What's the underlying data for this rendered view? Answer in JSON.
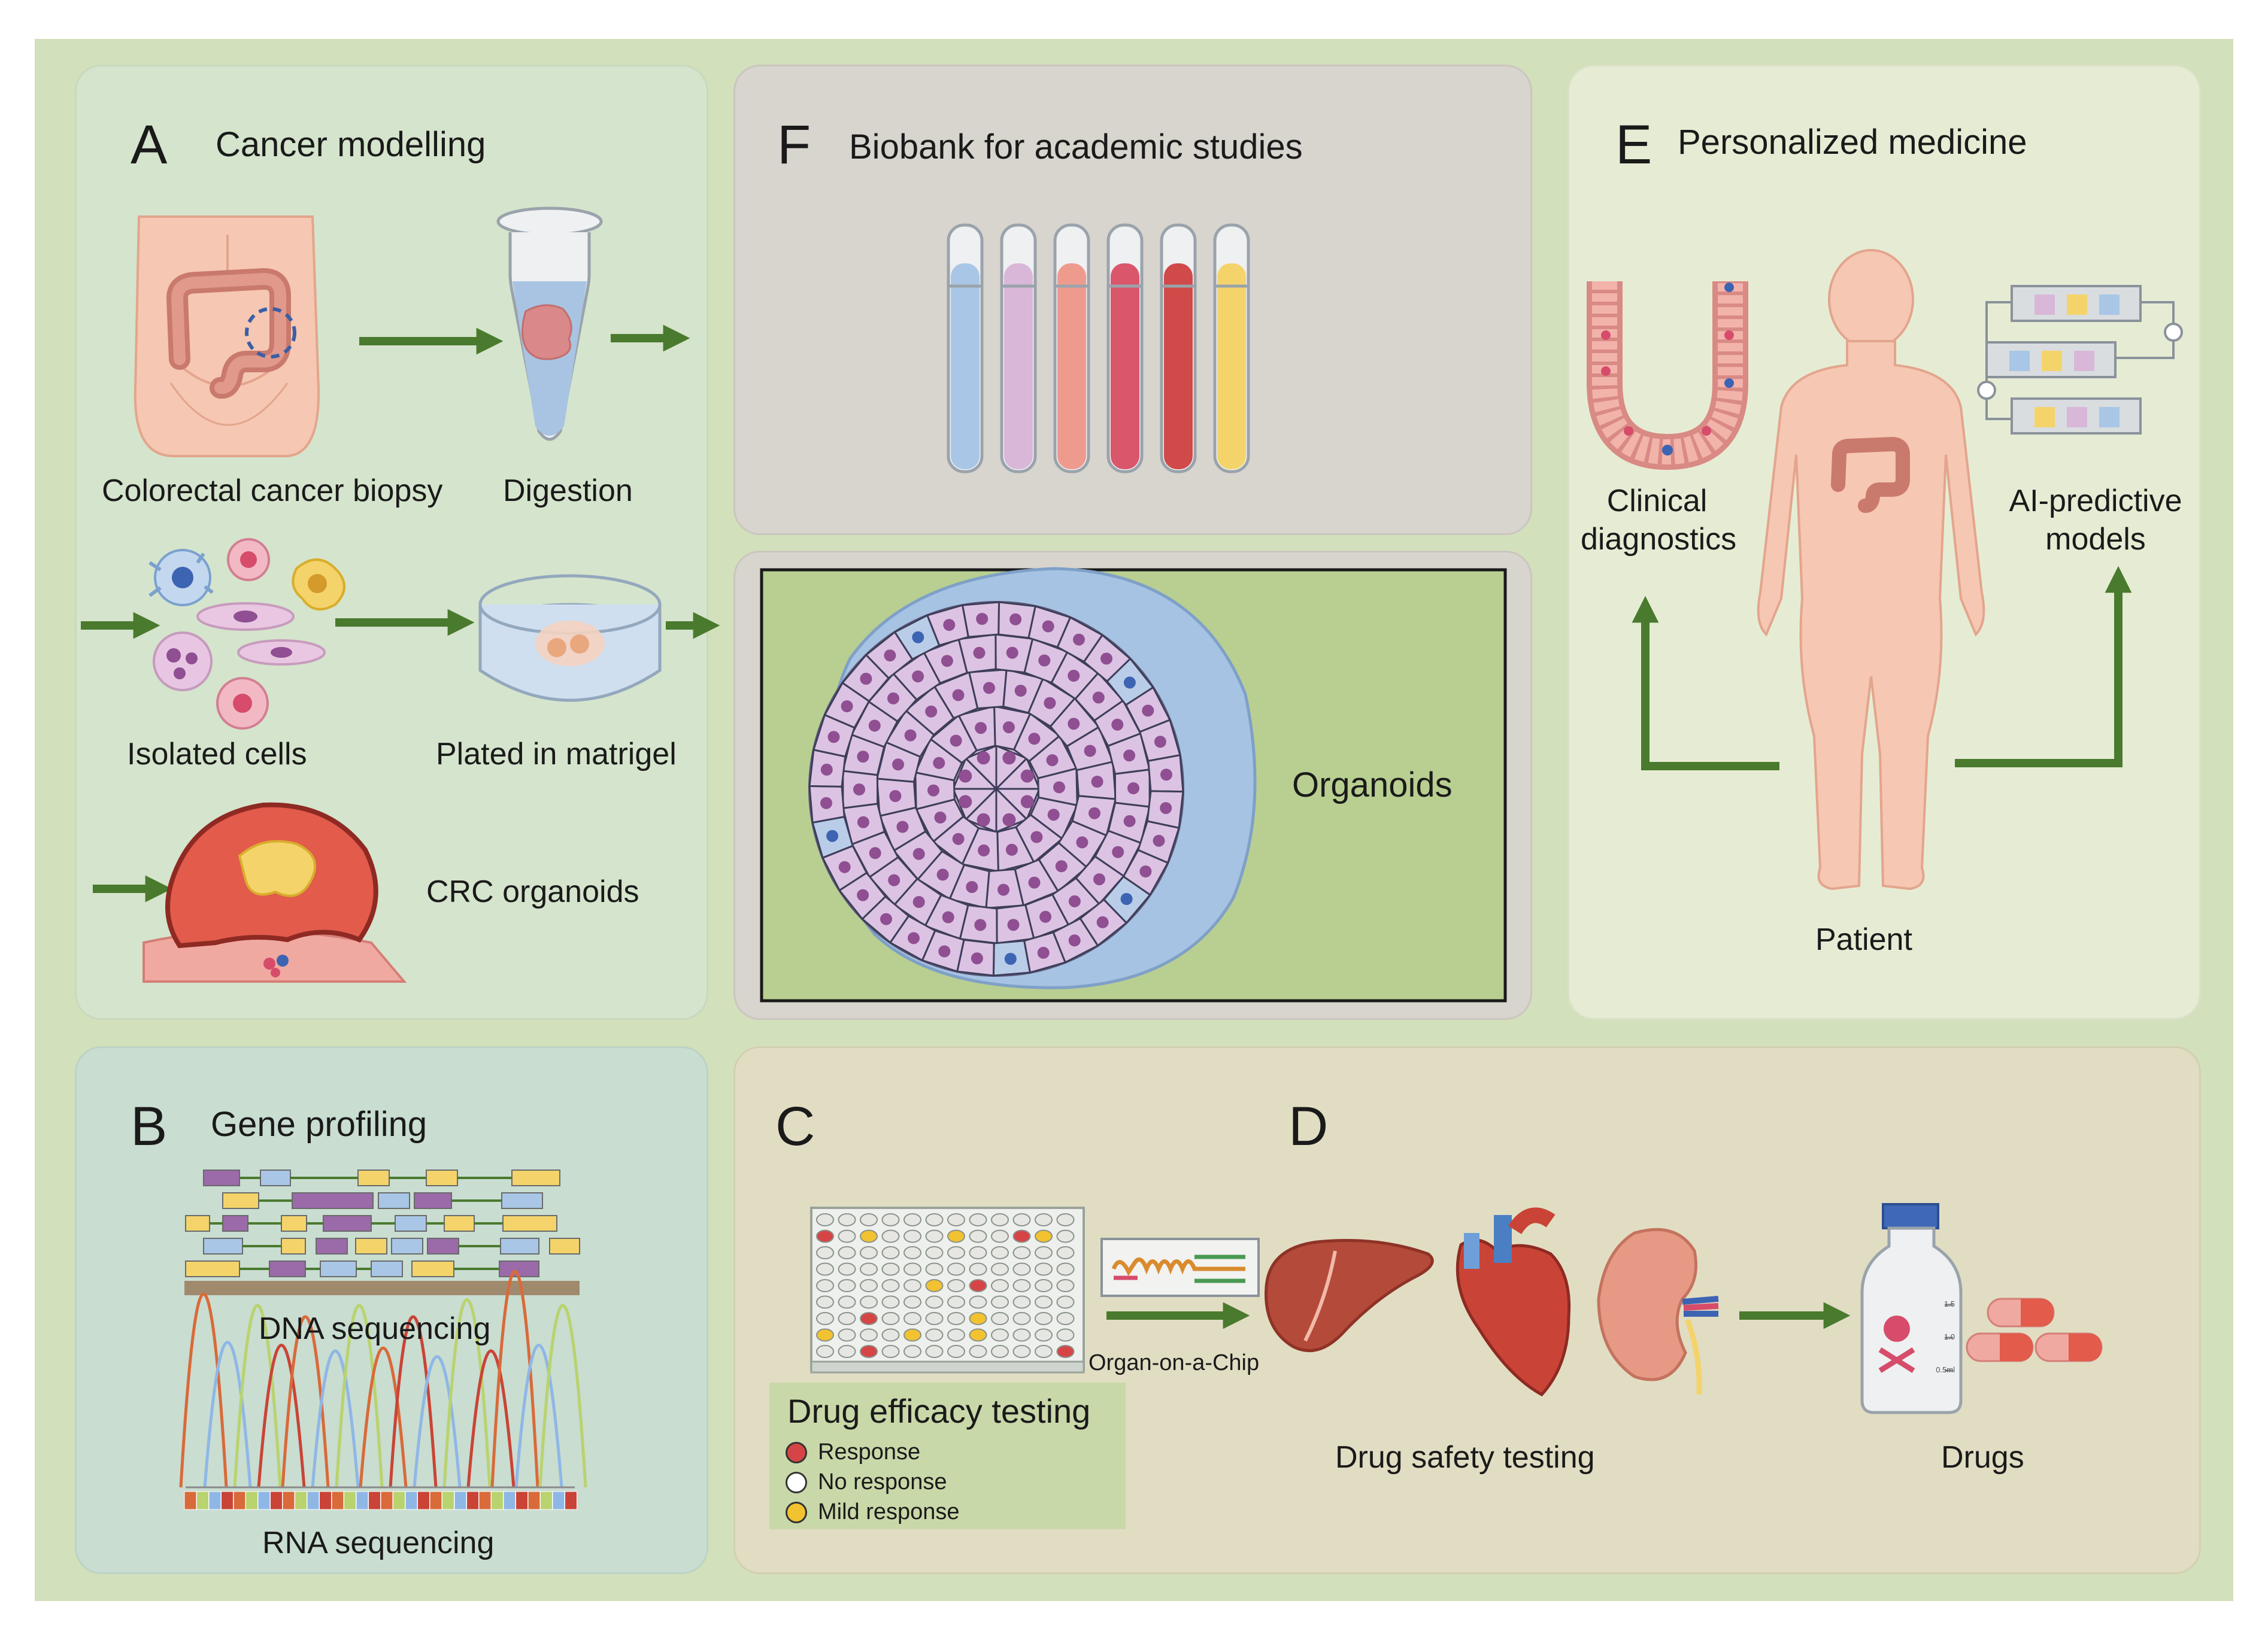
{
  "panels": {
    "a": {
      "letter": "A",
      "title": "Cancer modelling"
    },
    "f": {
      "letter": "F",
      "title": "Biobank for academic studies"
    },
    "e": {
      "letter": "E",
      "title": "Personalized medicine"
    },
    "b": {
      "letter": "B",
      "title": "Gene profiling"
    },
    "c": {
      "letter": "C"
    },
    "d": {
      "letter": "D"
    }
  },
  "steps": {
    "biopsy": "Colorectal cancer biopsy",
    "digestion": "Digestion",
    "isolated": "Isolated cells",
    "plated": "Plated in matrigel",
    "crc": "CRC organoids"
  },
  "organoids_label": "Organoids",
  "personalized": {
    "clinical": "Clinical\ndiagnostics",
    "ai": "AI-predictive\nmodels",
    "patient": "Patient"
  },
  "gene": {
    "dna": "DNA sequencing",
    "rna": "RNA sequencing"
  },
  "drug": {
    "chip": "Organ-on-a-Chip",
    "efficacy_title": "Drug efficacy testing",
    "legend": [
      {
        "label": "Response",
        "color": "#d64545"
      },
      {
        "label": "No response",
        "color": "#ffffff"
      },
      {
        "label": "Mild response",
        "color": "#f2c230"
      }
    ],
    "safety": "Drug safety testing",
    "drugs": "Drugs",
    "bottle_marks": [
      "1.5",
      "1.0",
      "0.5ml"
    ]
  },
  "colors": {
    "arrow": "#4a7a2e",
    "tubes": [
      "#a9c6e6",
      "#d9b7d9",
      "#ee9b8e",
      "#d9566b",
      "#cf4a48",
      "#f4d46a"
    ]
  }
}
